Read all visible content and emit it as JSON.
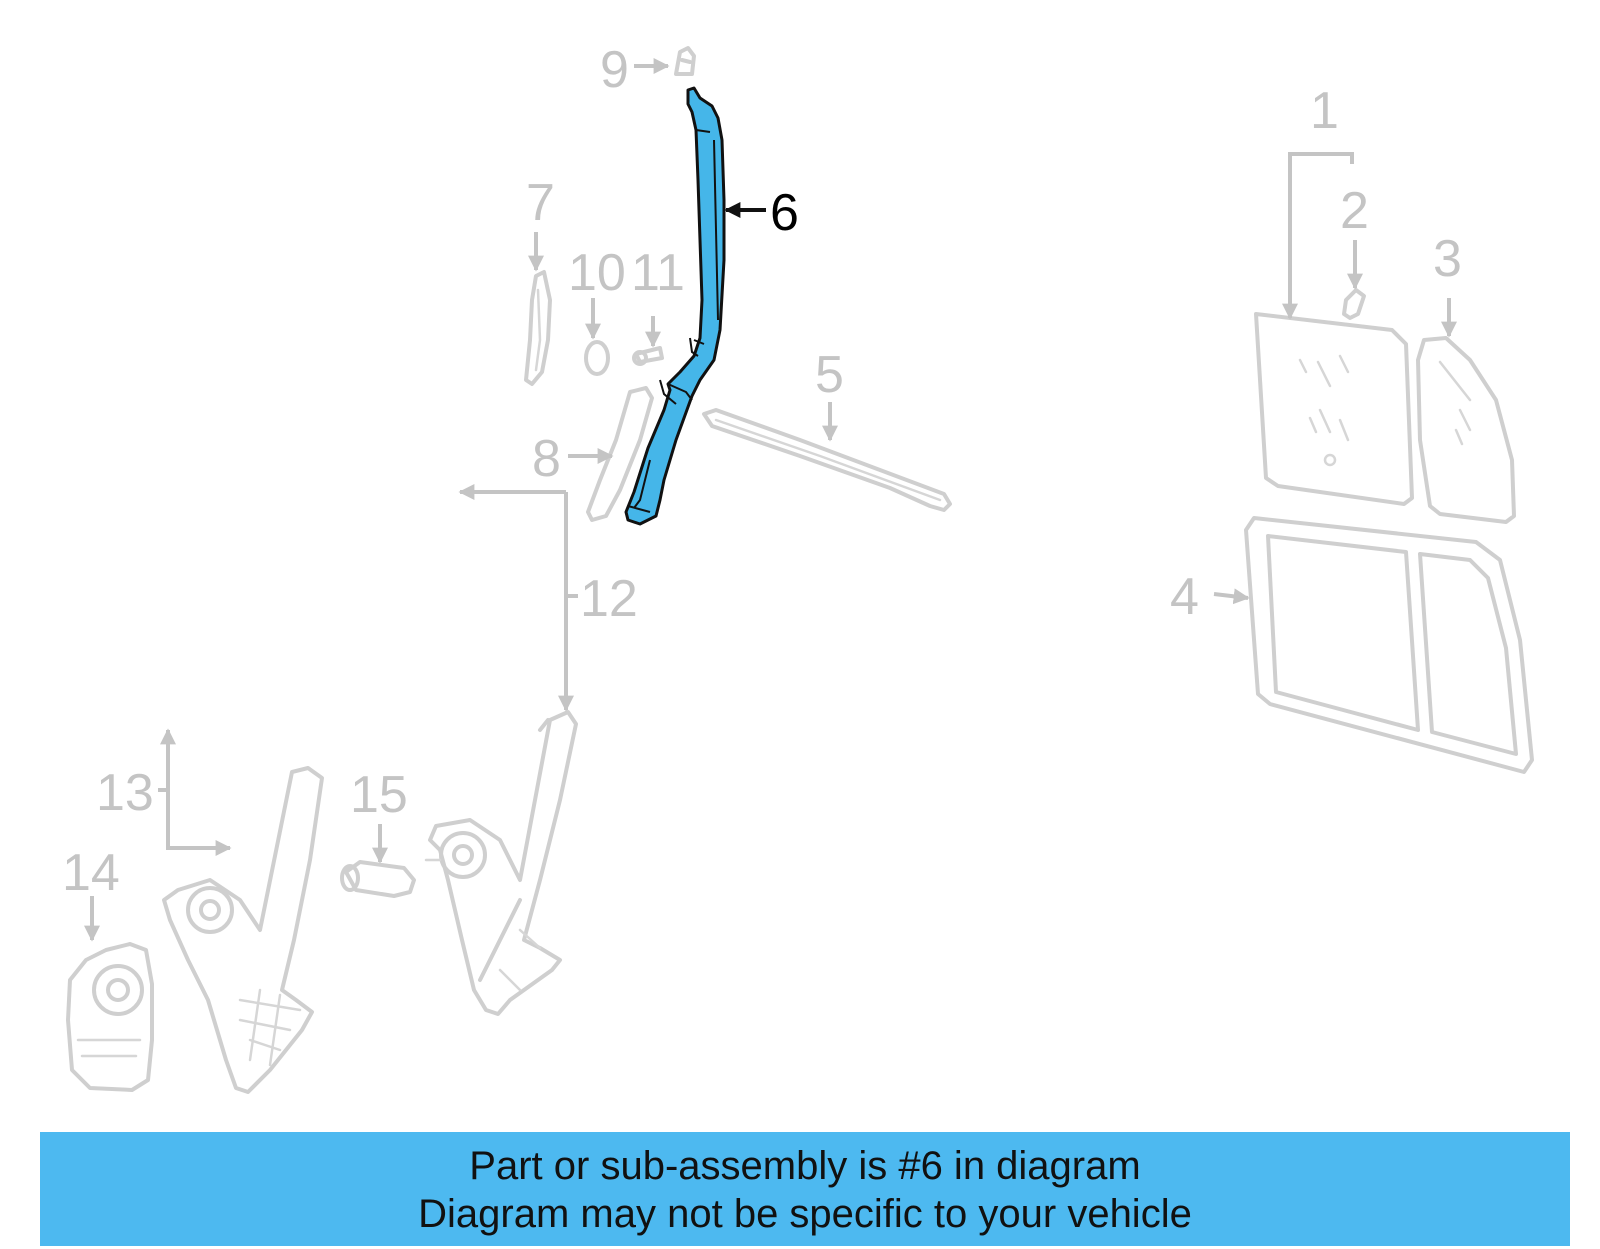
{
  "colors": {
    "highlight": "#45b6e9",
    "ghost_part": "#cfcfcf",
    "ghost_label": "#c4c4c4",
    "banner_bg": "#4db9f0"
  },
  "callouts": {
    "c1": "1",
    "c2": "2",
    "c3": "3",
    "c4": "4",
    "c5": "5",
    "c6": "6",
    "c7": "7",
    "c8": "8",
    "c9": "9",
    "c10": "10",
    "c11": "11",
    "c12": "12",
    "c13": "13",
    "c14": "14",
    "c15": "15"
  },
  "highlighted_part": "6",
  "banner": {
    "line1": "Part or sub-assembly is #6 in diagram",
    "line2": "Diagram may not be specific to your vehicle"
  }
}
